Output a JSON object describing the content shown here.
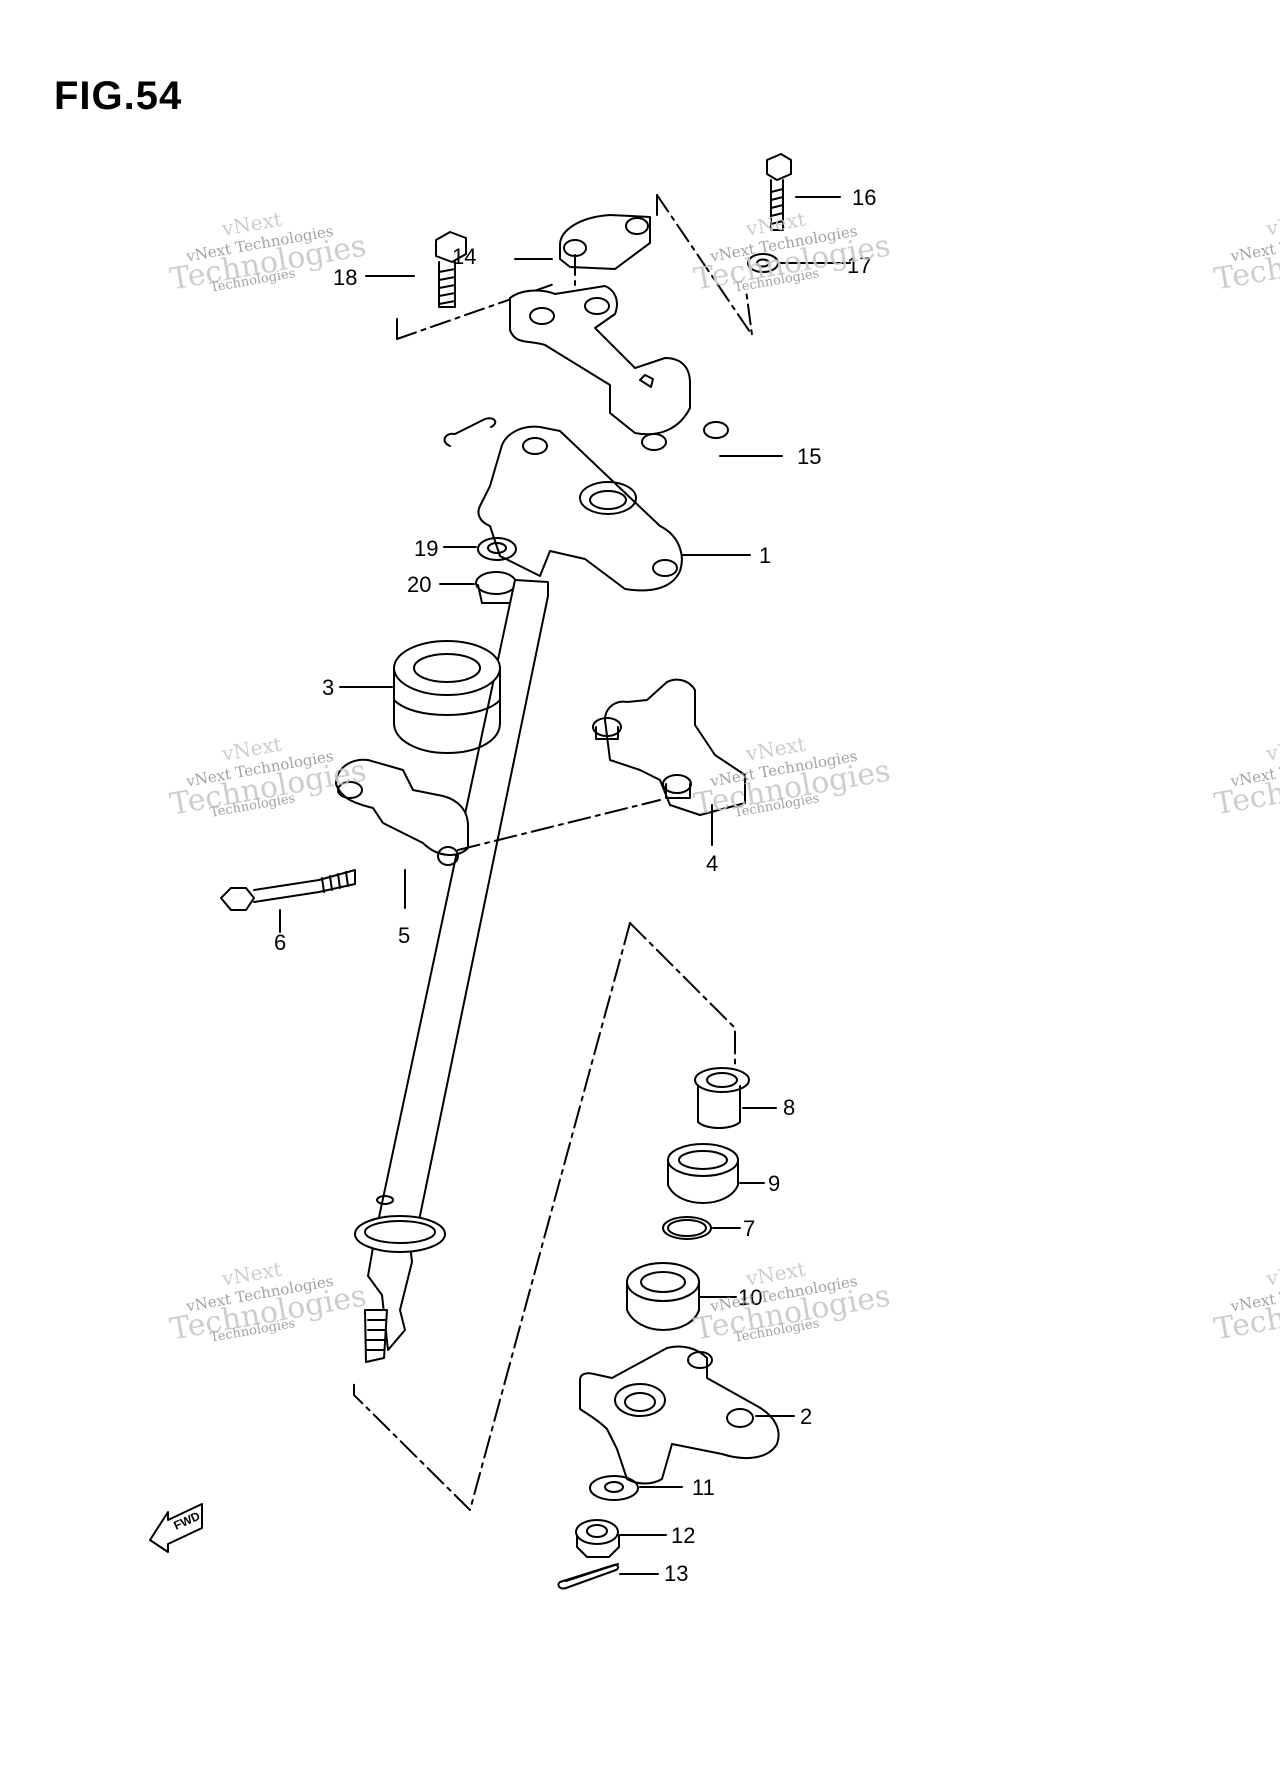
{
  "figure": {
    "title": "FIG.54"
  },
  "watermark": {
    "line1": "vNext",
    "line2": "vNext Technologies",
    "line3": "Technologies",
    "line4": "Technologies"
  },
  "callouts": {
    "p1": "1",
    "p2": "2",
    "p3": "3",
    "p4": "4",
    "p5": "5",
    "p6": "6",
    "p7": "7",
    "p8": "8",
    "p9": "9",
    "p10": "10",
    "p11": "11",
    "p12": "12",
    "p13": "13",
    "p14": "14",
    "p15": "15",
    "p16": "16",
    "p17": "17",
    "p18": "18",
    "p19": "19",
    "p20": "20"
  },
  "fwd_label": "FWD"
}
